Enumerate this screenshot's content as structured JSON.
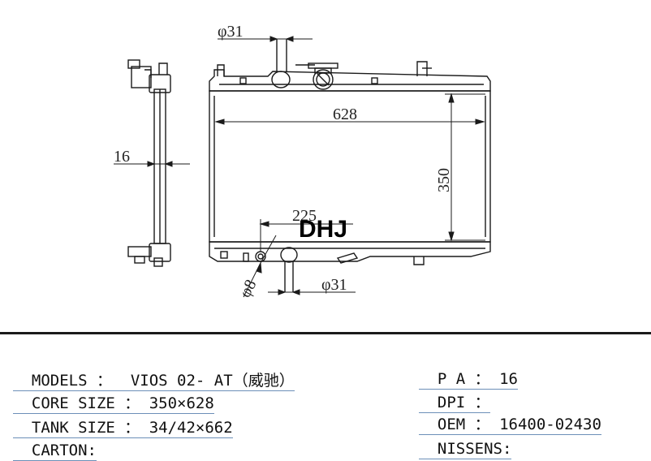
{
  "drawing": {
    "logo": "DHJ",
    "dims": {
      "neck_top": "φ31",
      "core_width": "628",
      "core_height": "350",
      "thickness": "16",
      "outlet_offset": "225",
      "small_pipe": "φ8",
      "neck_bottom": "φ31"
    }
  },
  "specs": {
    "models_label": "MODELS ：",
    "models_value": "VIOS 02- AT（威驰）",
    "core_label": "CORE SIZE ：",
    "core_value": "350×628",
    "tank_label": "TANK SIZE ：",
    "tank_value": "34/42×662",
    "carton_label": "CARTON:",
    "carton_value": "",
    "pa_label": "P A ：",
    "pa_value": "16",
    "dpi_label": "DPI ：",
    "dpi_value": "",
    "oem_label": "OEM ：",
    "oem_value": "16400-02430",
    "nissens_label": "NISSENS:",
    "nissens_value": ""
  },
  "colors": {
    "line": "#1a1a1a",
    "underline": "#6c8fb8"
  }
}
